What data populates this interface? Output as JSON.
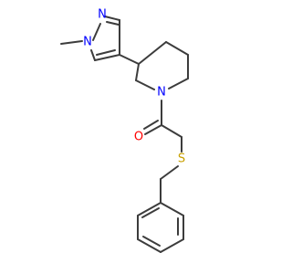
{
  "atoms": {
    "pyrazole_n_methyl": {
      "label": "N",
      "color": "#0000ff"
    },
    "pyrazole_n2": {
      "label": "N",
      "color": "#0000ff"
    },
    "piperidine_n": {
      "label": "N",
      "color": "#0000ff"
    },
    "carbonyl_o": {
      "label": "O",
      "color": "#ff0000"
    },
    "thioether_s": {
      "label": "S",
      "color": "#c8a000"
    }
  },
  "colors": {
    "bond": "#3c3c3c",
    "background": "#ffffff"
  }
}
